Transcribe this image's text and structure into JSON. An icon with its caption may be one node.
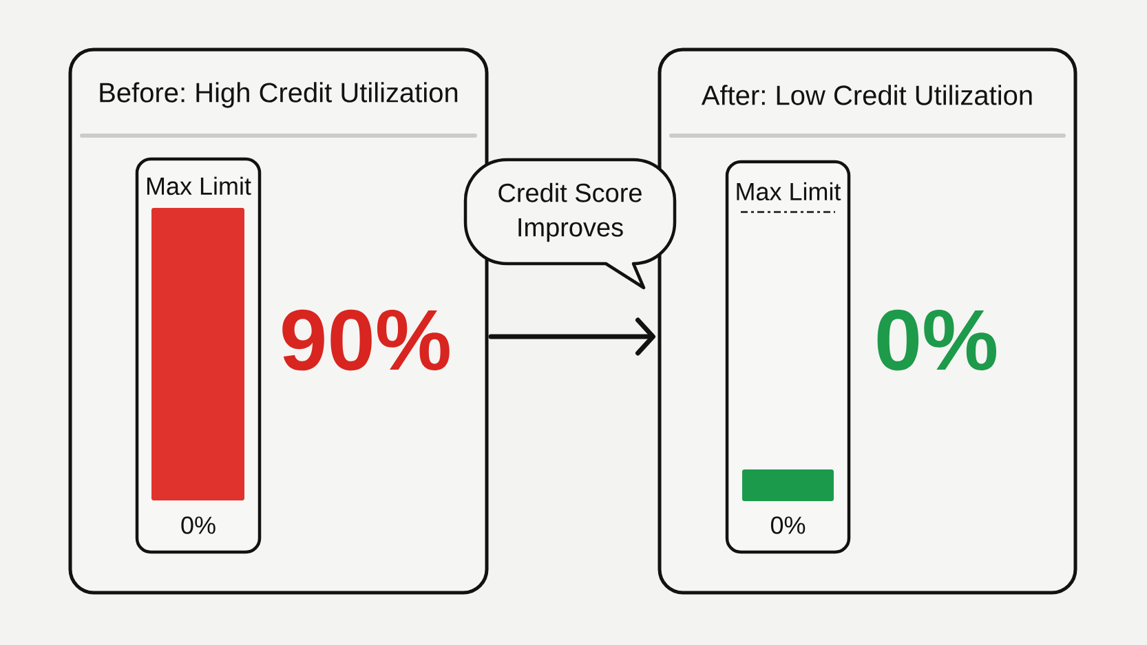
{
  "diagram": {
    "nodes": [
      {
        "text": [
          "Before: High Credit Utilization",
          "90%"
        ]
      },
      {
        "text": [
          "Max Limit",
          "0%"
        ],
        "in": 0
      },
      {
        "text": [],
        "shape": "bar",
        "in": 1
      },
      {
        "text": [
          "Credit Score Improves"
        ]
      },
      {
        "text": [
          "After: Low Credit Utilization",
          "0%"
        ]
      },
      {
        "text": [
          "Max Limit",
          "0%"
        ],
        "in": 4
      },
      {
        "text": [],
        "shape": "bar",
        "in": 5
      }
    ],
    "edges": [
      {
        "from": 0,
        "to": 4,
        "arrow": "to"
      }
    ]
  }
}
